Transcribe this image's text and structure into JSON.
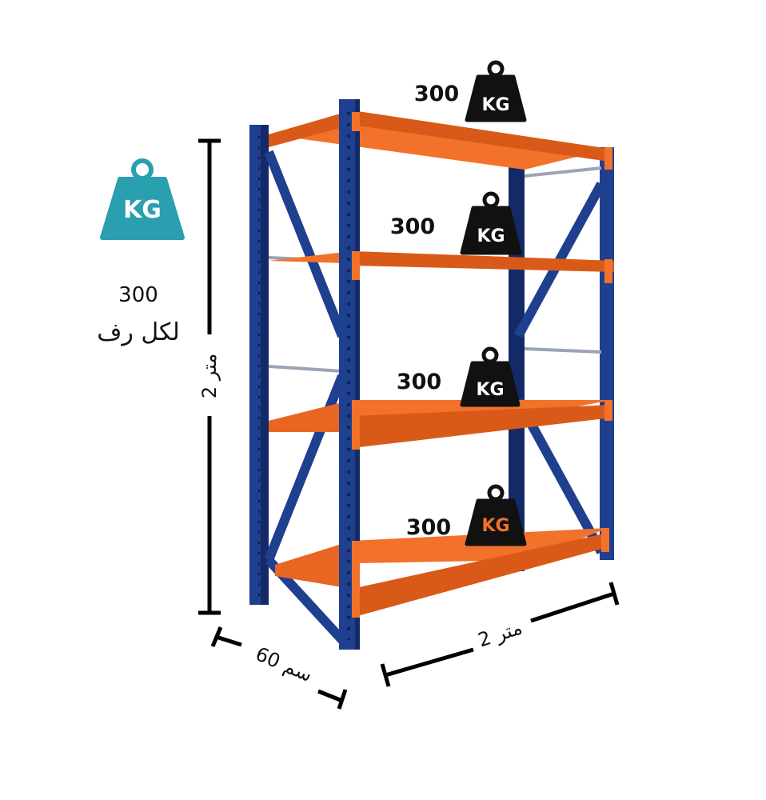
{
  "colors": {
    "frame_blue": "#1f3f8f",
    "frame_blue_dark": "#132a66",
    "shelf_orange": "#f2722b",
    "shelf_orange_dark": "#d95a18",
    "weight_black": "#111111",
    "weight_teal": "#2a9fb0",
    "line": "#000000"
  },
  "capacity_badge": {
    "icon": "kg-weight-icon",
    "icon_label": "KG",
    "value": "300",
    "caption": "لكل رف"
  },
  "shelves": [
    {
      "load": "300",
      "icon": "kg-weight-icon",
      "icon_label": "KG"
    },
    {
      "load": "300",
      "icon": "kg-weight-icon",
      "icon_label": "KG"
    },
    {
      "load": "300",
      "icon": "kg-weight-icon",
      "icon_label": "KG"
    },
    {
      "load": "300",
      "icon": "kg-weight-icon",
      "icon_label": "KG"
    }
  ],
  "dimensions": {
    "height": "2 متر",
    "width": "2 متر",
    "depth": "60 سم"
  }
}
